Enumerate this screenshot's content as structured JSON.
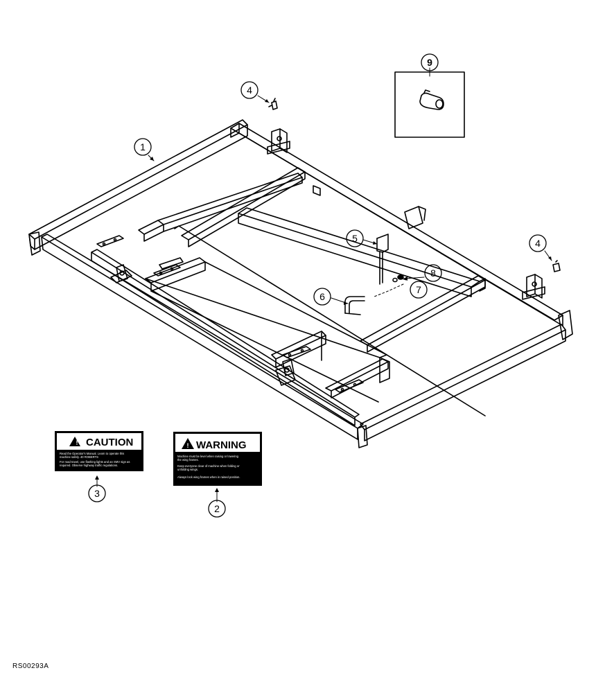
{
  "figure_code": "RS00293A",
  "callouts": [
    {
      "id": "c1",
      "label": "1"
    },
    {
      "id": "c2",
      "label": "2"
    },
    {
      "id": "c3",
      "label": "3"
    },
    {
      "id": "c4a",
      "label": "4"
    },
    {
      "id": "c4b",
      "label": "4"
    },
    {
      "id": "c5",
      "label": "5"
    },
    {
      "id": "c6",
      "label": "6"
    },
    {
      "id": "c7",
      "label": "7"
    },
    {
      "id": "c8",
      "label": "8"
    },
    {
      "id": "c9",
      "label": "9"
    }
  ],
  "caution_decal": {
    "title": "CAUTION",
    "lines": [
      "Read the Operator's Manual. Learn to operate this",
      "machine safely. 40 ROBERTS",
      "For road travel, use flashing lights and an SMV sign as",
      "required. Observe highway traffic regulations."
    ]
  },
  "warning_decal": {
    "title": "WARNING",
    "lines": [
      "Machine must be level when raising or lowering",
      "the wing frames.",
      "Keep everyone clear of machine when folding or",
      "unfolding wings.",
      "Always lock wing frames when in raised position."
    ]
  }
}
